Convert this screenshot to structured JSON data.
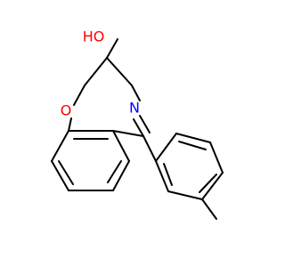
{
  "molecule": {
    "atoms": {
      "hydroxyl": "HO",
      "ring_oxygen": "O",
      "ring_nitrogen": "N"
    },
    "colors": {
      "bond": "#000000",
      "oxygen": "#FF0000",
      "nitrogen": "#0000FF",
      "background": "#FFFFFF"
    }
  }
}
